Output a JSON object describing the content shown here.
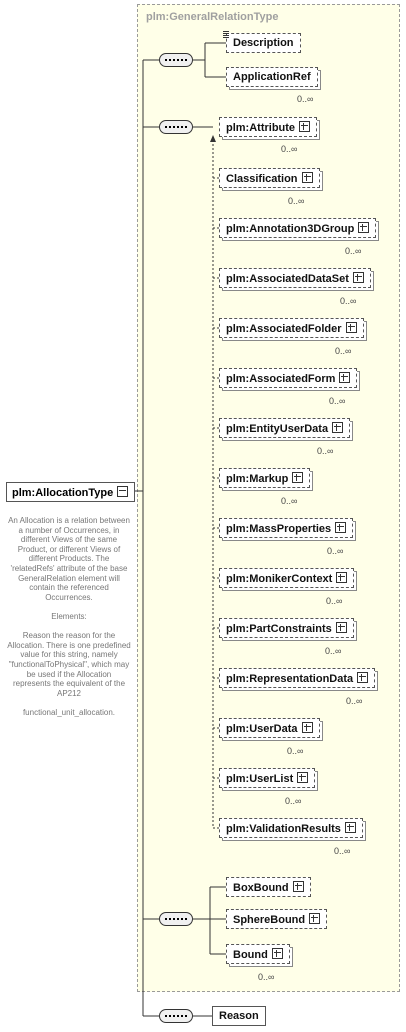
{
  "root": {
    "name": "plm:AllocationType"
  },
  "annotation": "An Allocation is a relation between a number of Occurrences, in different Views of the same Product, or different Views of different Products. The 'relatedRefs' attribute of the base GeneralRelation element will contain the referenced Occurrences.\n\nElements:\n\nReason    the reason for the Allocation. There is one predefined value    for this string, namely \"functionalToPhysical\", which may be    used if the Allocation represents the equivalent of the AP212\n\nfunctional_unit_allocation.",
  "base_group": {
    "title": "plm:GeneralRelationType"
  },
  "groups": [
    {
      "elements": [
        {
          "name": "Description",
          "cardinality": ""
        },
        {
          "name": "ApplicationRef",
          "cardinality": "0..∞"
        }
      ]
    },
    {
      "elements": [
        {
          "name": "plm:Attribute",
          "cardinality": "0..∞"
        },
        {
          "name": "Classification",
          "cardinality": "0..∞"
        },
        {
          "name": "plm:Annotation3DGroup",
          "cardinality": "0..∞"
        },
        {
          "name": "plm:AssociatedDataSet",
          "cardinality": "0..∞"
        },
        {
          "name": "plm:AssociatedFolder",
          "cardinality": "0..∞"
        },
        {
          "name": "plm:AssociatedForm",
          "cardinality": "0..∞"
        },
        {
          "name": "plm:EntityUserData",
          "cardinality": "0..∞"
        },
        {
          "name": "plm:Markup",
          "cardinality": "0..∞"
        },
        {
          "name": "plm:MassProperties",
          "cardinality": "0..∞"
        },
        {
          "name": "plm:MonikerContext",
          "cardinality": "0..∞"
        },
        {
          "name": "plm:PartConstraints",
          "cardinality": "0..∞"
        },
        {
          "name": "plm:RepresentationData",
          "cardinality": "0..∞"
        },
        {
          "name": "plm:UserData",
          "cardinality": "0..∞"
        },
        {
          "name": "plm:UserList",
          "cardinality": "0..∞"
        },
        {
          "name": "plm:ValidationResults",
          "cardinality": "0..∞"
        }
      ]
    },
    {
      "elements": [
        {
          "name": "BoxBound",
          "cardinality": ""
        },
        {
          "name": "SphereBound",
          "cardinality": ""
        },
        {
          "name": "Bound",
          "cardinality": "0..∞"
        }
      ]
    },
    {
      "elements": [
        {
          "name": "Reason",
          "cardinality": ""
        }
      ]
    }
  ]
}
